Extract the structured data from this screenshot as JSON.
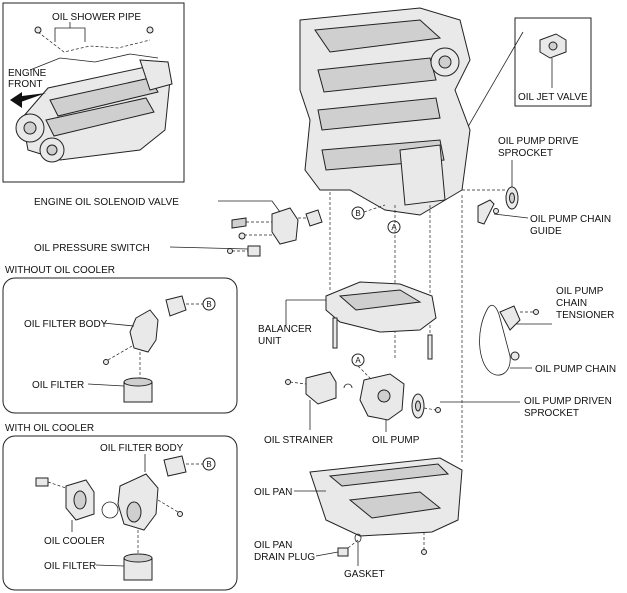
{
  "labels": {
    "oil_shower_pipe": "OIL SHOWER PIPE",
    "engine_front_1": "ENGINE",
    "engine_front_2": "FRONT",
    "oil_jet_valve": "OIL JET VALVE",
    "oil_pump_drive_sprocket_1": "OIL PUMP DRIVE",
    "oil_pump_drive_sprocket_2": "SPROCKET",
    "engine_oil_solenoid_valve": "ENGINE OIL SOLENOID VALVE",
    "oil_pump_chain_guide_1": "OIL PUMP CHAIN",
    "oil_pump_chain_guide_2": "GUIDE",
    "oil_pressure_switch": "OIL PRESSURE SWITCH",
    "without_oil_cooler": "WITHOUT OIL COOLER",
    "oil_filter_body_a": "OIL FILTER BODY",
    "oil_filter_a": "OIL FILTER",
    "balancer_unit_1": "BALANCER",
    "balancer_unit_2": "UNIT",
    "oil_pump_chain_tensioner_1": "OIL PUMP",
    "oil_pump_chain_tensioner_2": "CHAIN",
    "oil_pump_chain_tensioner_3": "TENSIONER",
    "oil_pump_chain": "OIL PUMP CHAIN",
    "oil_strainer": "OIL STRAINER",
    "oil_pump": "OIL PUMP",
    "oil_pump_driven_sprocket_1": "OIL PUMP DRIVEN",
    "oil_pump_driven_sprocket_2": "SPROCKET",
    "with_oil_cooler": "WITH OIL COOLER",
    "oil_filter_body_b": "OIL FILTER BODY",
    "oil_cooler": "OIL COOLER",
    "oil_filter_b": "OIL FILTER",
    "oil_pan": "OIL PAN",
    "oil_pan_drain_plug_1": "OIL PAN",
    "oil_pan_drain_plug_2": "DRAIN PLUG",
    "gasket": "GASKET"
  },
  "markers": {
    "a": "A",
    "b": "B"
  }
}
